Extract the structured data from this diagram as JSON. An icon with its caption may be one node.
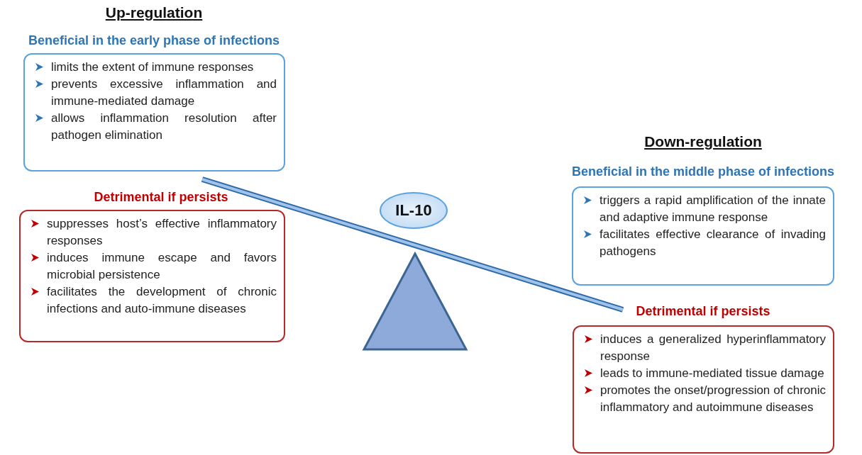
{
  "diagram": {
    "nodes": [
      {
        "text": [
          "Beneficial in the early phase of infections",
          "limits the extent of immune responses",
          "prevents excessive inflammation and immune-mediated damage",
          "allows inflammation resolution after pathogen elimination"
        ]
      },
      {
        "text": [
          "Detrimental if persists",
          "suppresses host’s effective inflammatory responses",
          "induces immune escape and favors microbial persistence",
          "facilitates the development of chronic infections and auto-immune diseases"
        ]
      },
      {
        "text": [
          "IL-10"
        ]
      },
      {
        "text": [
          "Beneficial in the middle phase of infections",
          "triggers a rapid amplification of the innate and adaptive immune response",
          "facilitates effective clearance of invading pathogens"
        ]
      },
      {
        "text": [
          "Detrimental if persists",
          "induces a generalized hyperinflammatory response",
          "leads to immune-mediated tissue damage",
          "promotes the onset/progression of chronic inflammatory and autoimmune diseases"
        ]
      }
    ],
    "labels": [
      "Up-regulation",
      "Down-regulation"
    ]
  }
}
